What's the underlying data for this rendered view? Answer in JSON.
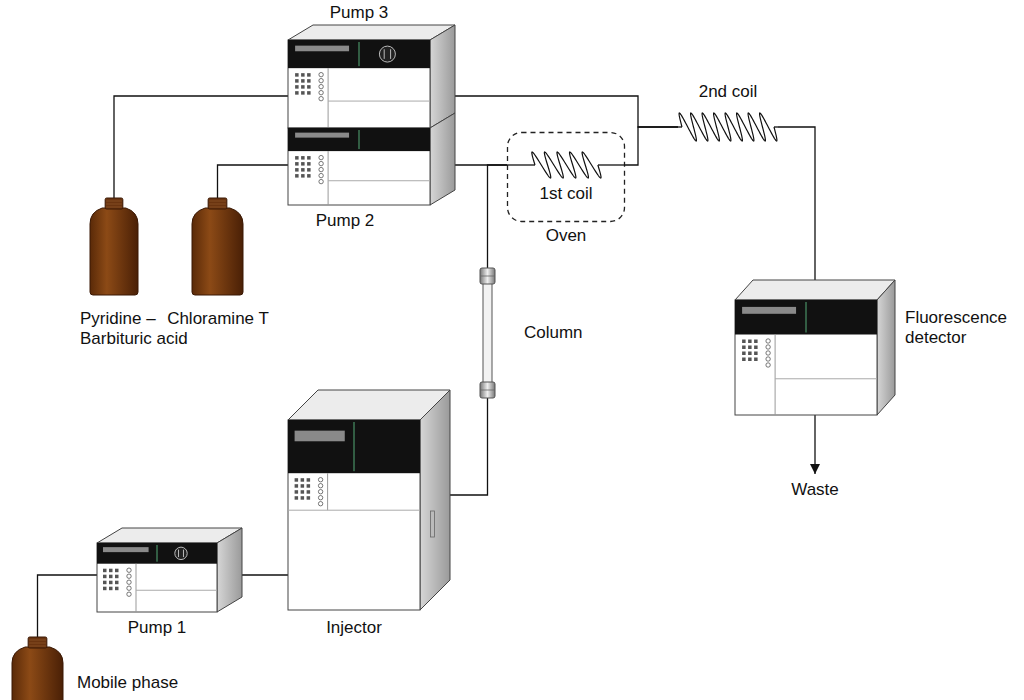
{
  "diagram": {
    "nodes": [
      {
        "text": [
          "Pump 3"
        ]
      },
      {
        "text": [
          "Pump 2"
        ]
      },
      {
        "text": [
          "1st coil",
          "Oven"
        ]
      },
      {
        "text": [
          "2nd coil"
        ]
      },
      {
        "text": [
          "Pyridine – Barbituric acid"
        ]
      },
      {
        "text": [
          "Chloramine T"
        ]
      },
      {
        "text": [
          "Column"
        ]
      },
      {
        "text": [
          "Injector"
        ]
      },
      {
        "text": [
          "Fluorescence detector"
        ]
      },
      {
        "text": [
          "Pump 1"
        ]
      },
      {
        "text": [
          "Mobile phase"
        ]
      }
    ],
    "edges": [
      {
        "from": 4,
        "to": 0,
        "arrow": "none"
      },
      {
        "from": 5,
        "to": 1,
        "arrow": "none"
      },
      {
        "from": 0,
        "to": 3,
        "arrow": "none"
      },
      {
        "from": 1,
        "to": 2,
        "arrow": "none"
      },
      {
        "from": 6,
        "to": 2,
        "arrow": "none"
      },
      {
        "from": 2,
        "to": 3,
        "arrow": "none"
      },
      {
        "from": 3,
        "to": 8,
        "arrow": "none"
      },
      {
        "from": 10,
        "to": 9,
        "arrow": "none"
      },
      {
        "from": 9,
        "to": 7,
        "arrow": "none"
      },
      {
        "from": 7,
        "to": 6,
        "arrow": "none"
      }
    ],
    "labels": [
      "Waste"
    ]
  }
}
